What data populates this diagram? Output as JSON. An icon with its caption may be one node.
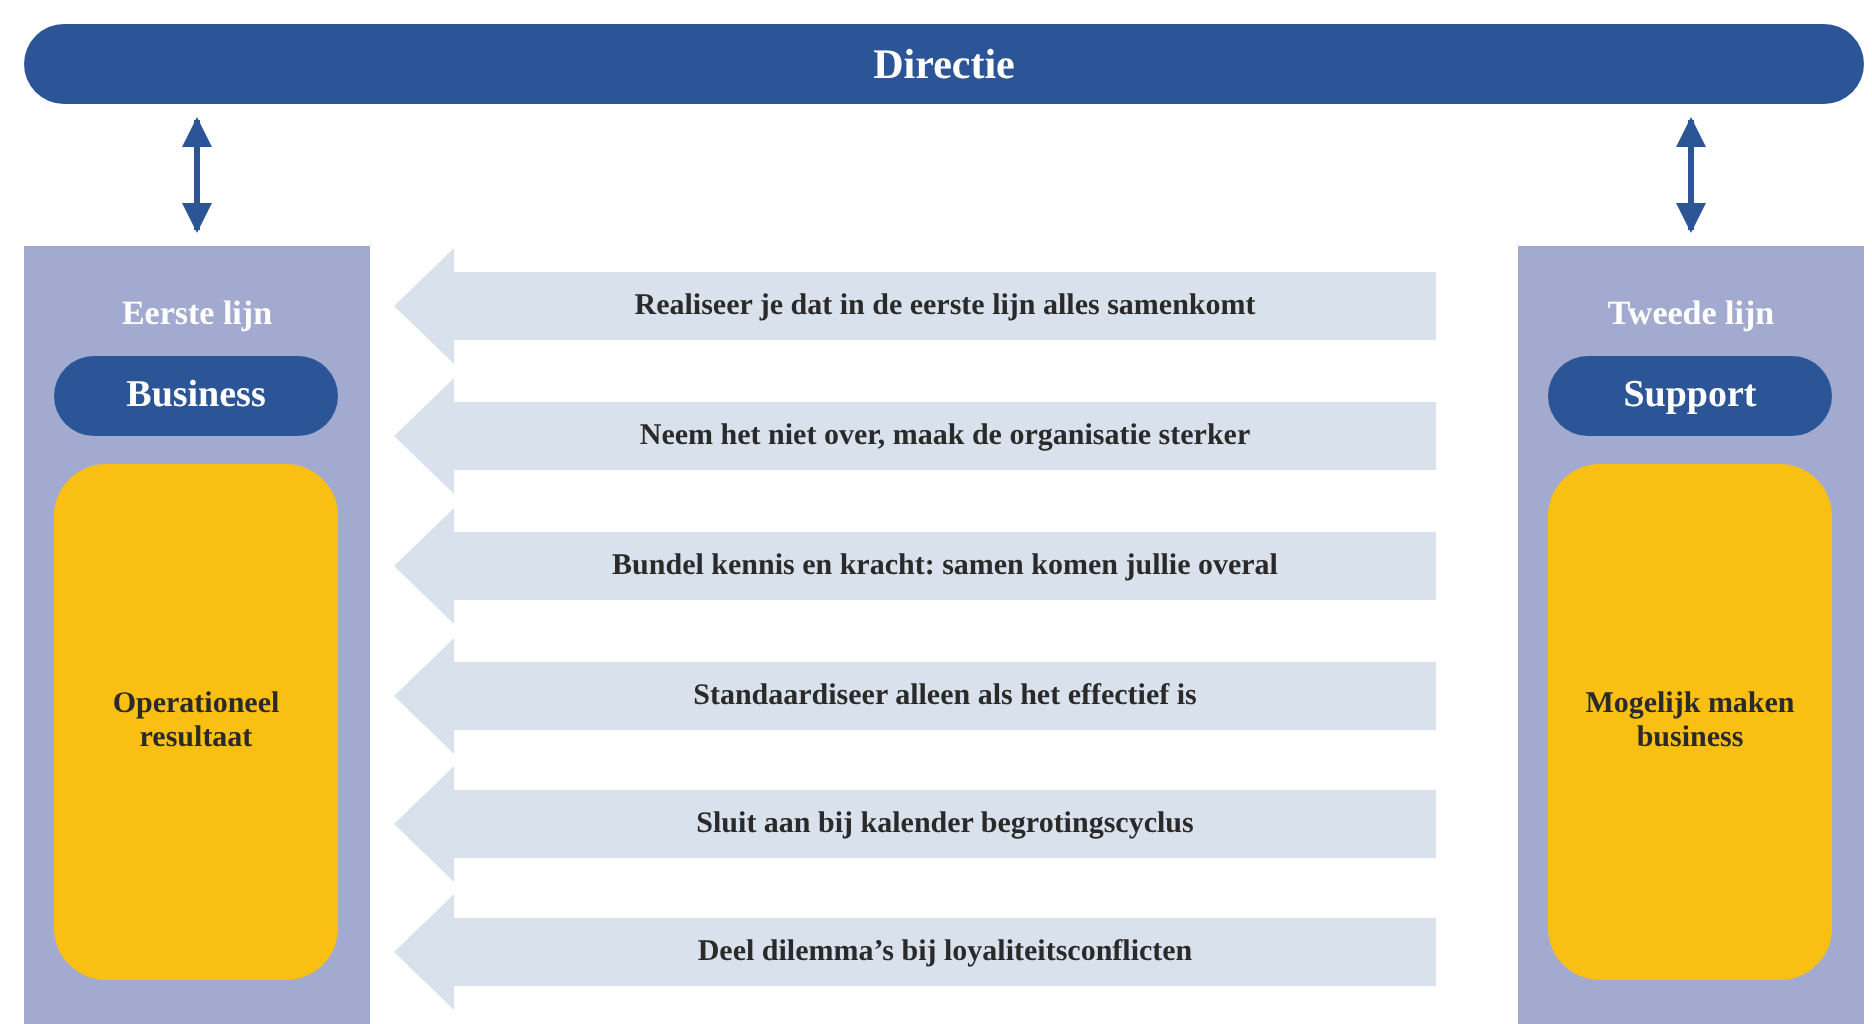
{
  "diagram": {
    "nodes": [
      {
        "text": [
          "Directie"
        ]
      },
      {
        "text": [
          "Eerste lijn"
        ]
      },
      {
        "text": [
          "Business"
        ],
        "in": 1
      },
      {
        "text": [
          "Operationeel resultaat"
        ],
        "in": 1
      },
      {
        "text": [
          "Tweede lijn"
        ]
      },
      {
        "text": [
          "Support"
        ],
        "in": 4
      },
      {
        "text": [
          "Mogelijk maken business"
        ],
        "in": 4
      },
      {
        "text": [
          "Realiseer je dat in de eerste lijn alles samenkomt"
        ]
      },
      {
        "text": [
          "Neem het niet over, maak de organisatie sterker"
        ]
      },
      {
        "text": [
          "Bundel kennis en kracht: samen komen jullie overal"
        ]
      },
      {
        "text": [
          "Standaardiseer alleen als het effectief is"
        ]
      },
      {
        "text": [
          "Sluit aan bij kalender begrotingscyclus"
        ]
      },
      {
        "text": [
          "Deel dilemma’s bij loyaliteitsconflicten"
        ]
      }
    ],
    "edges": [
      {
        "from": 0,
        "to": 1,
        "arrow": "both"
      },
      {
        "from": 0,
        "to": 4,
        "arrow": "both"
      }
    ]
  }
}
